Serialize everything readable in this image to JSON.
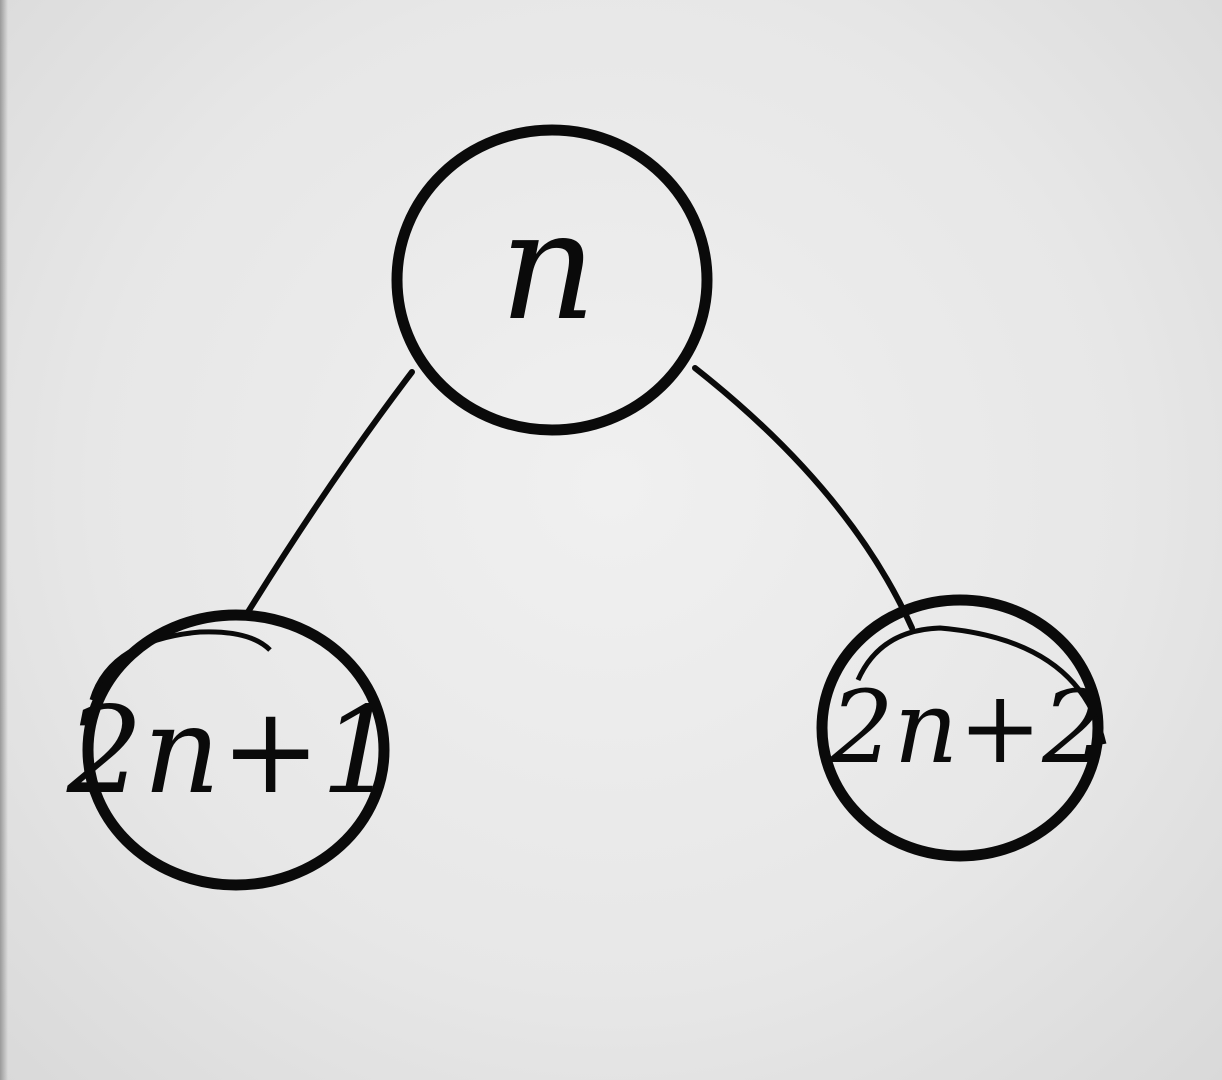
{
  "diagram": {
    "type": "binary-tree-node",
    "nodes": [
      {
        "id": "parent",
        "label": "n"
      },
      {
        "id": "left-child",
        "label": "2n+1"
      },
      {
        "id": "right-child",
        "label": "2n+2"
      }
    ],
    "edges": [
      {
        "from": "parent",
        "to": "left-child"
      },
      {
        "from": "parent",
        "to": "right-child"
      }
    ],
    "colors": {
      "ink": "#0a0a0a",
      "paper": "#e8e8e8"
    }
  }
}
